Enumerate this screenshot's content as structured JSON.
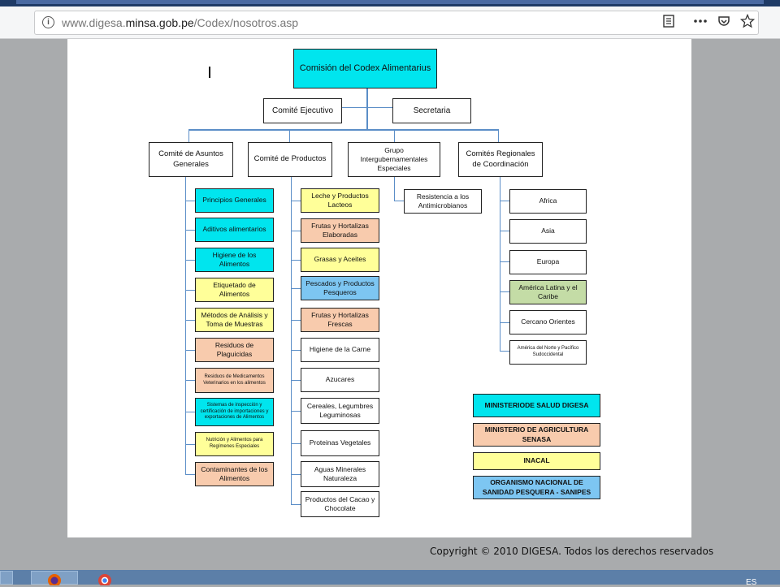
{
  "browser": {
    "url_prefix": "www.digesa.",
    "url_domain": "minsa.gob.pe",
    "url_path": "/Codex/nosotros.asp",
    "info_glyph": "i",
    "icons": [
      "reader-view-icon",
      "page-actions-icon",
      "pocket-icon",
      "bookmark-star-icon"
    ]
  },
  "org_chart": {
    "cursor_glyph": "I",
    "top": "Comisión del Codex Alimentarius",
    "exec": "Comité Ejecutivo",
    "secretaria": "Secretaria",
    "heads": {
      "asuntos": "Comité de Asuntos Generales",
      "productos": "Comité de Productos",
      "grupo": "Grupo Intergubernamentales Especiales",
      "regionales": "Comités Regionales de Coordinación"
    },
    "asuntos_items": [
      "Principios Generales",
      "Aditivos alimentarios",
      "Higiene de los Alimentos",
      "Etiquetado de Alimentos",
      "Métodos de Análisis y Toma de Muestras",
      "Residuos de Plaguicidas",
      "Residuos de Medicamentos Veterinarios en los alimentos",
      "Sistemas de inspección y certificación de importaciones y exportaciones de Alimentos",
      "Nutrición y Alimentos para Regímenes Especiales",
      "Contaminantes de los Alimentos"
    ],
    "productos_items": [
      "Leche y Productos Lacteos",
      "Frutas y Hortalizas Elaboradas",
      "Grasas y Aceites",
      "Pescados y Productos Pesqueros",
      "Frutas y Hortalizas Frescas",
      "Higiene de la Carne",
      "Azucares",
      "Cereales, Legumbres Leguminosas",
      "Proteinas Vegetales",
      "Aguas Minerales Naturaleza",
      "Productos del Cacao y Chocolate"
    ],
    "grupo_items": [
      "Resistencia a los Antimicrobianos"
    ],
    "regionales_items": [
      "Africa",
      "Asia",
      "Europa",
      "América Latina y el Caribe",
      "Cercano Orientes",
      "América del Norte y Pacífico Sudoccidental"
    ],
    "legend": [
      {
        "label": "MINISTERIODE SALUD DIGESA",
        "color": "#00e5ee"
      },
      {
        "label": "MINISTERIO DE AGRICULTURA SENASA",
        "color": "#f8cbad"
      },
      {
        "label": "INACAL",
        "color": "#ffff99"
      },
      {
        "label": "ORGANISMO NACIONAL DE SANIDAD PESQUERA - SANIPES",
        "color": "#7dc6f2"
      }
    ]
  },
  "footer": {
    "copyright": "Copyright © 2010 DIGESA. Todos los derechos reservados"
  },
  "taskbar": {
    "language": "ES"
  }
}
